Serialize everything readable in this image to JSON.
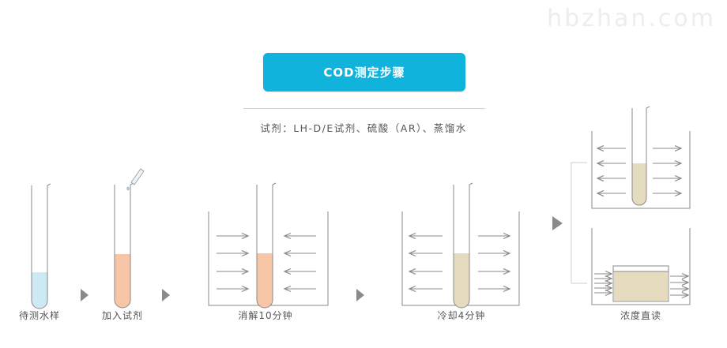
{
  "watermark": "hbzhan.com",
  "title": "COD测定步骤",
  "reagents": "试剂：LH-D/E试剂、硫酸（AR）、蒸馏水",
  "steps": {
    "s1": "待测水样",
    "s2": "加入试剂",
    "s3": "消解10分钟",
    "s4": "冷却4分钟",
    "s5": "浓度直读"
  },
  "colors": {
    "accent": "#0fb3dc",
    "water": "#cde9f3",
    "reagent_mix": "#f7c6a6",
    "cooled": "#e5dcbf",
    "arrow": "#8a8a8a"
  }
}
